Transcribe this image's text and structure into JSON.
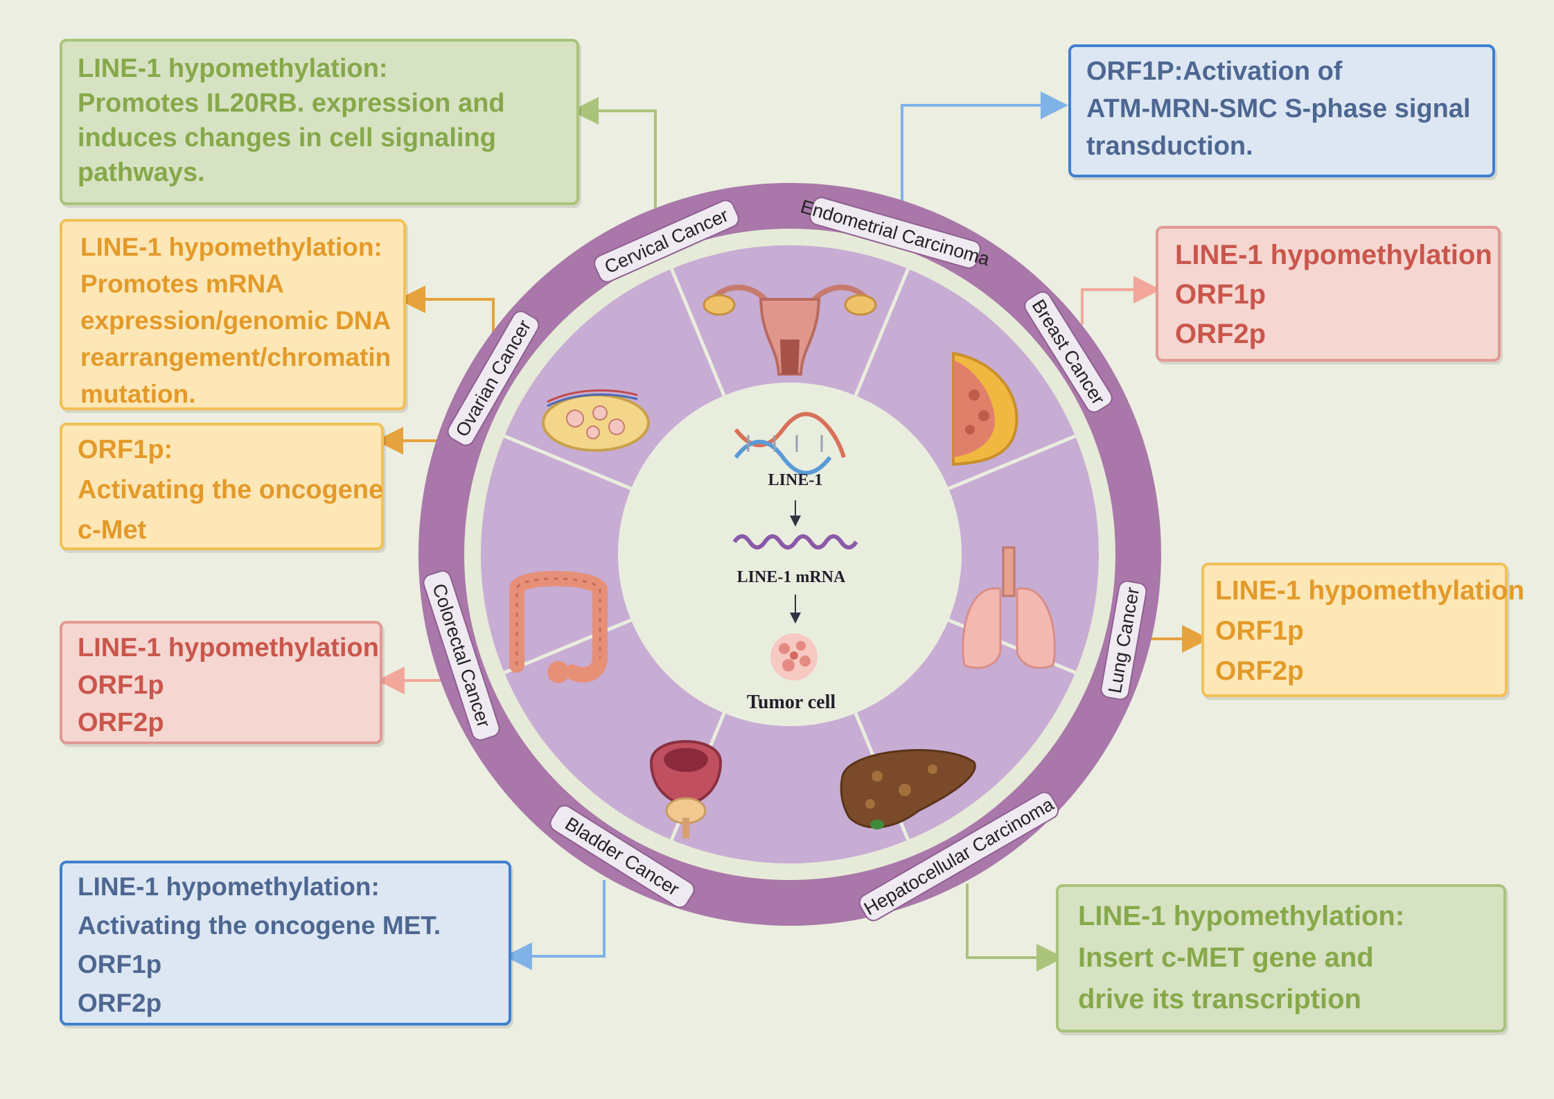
{
  "center": {
    "line1_label": "LINE-1",
    "mrna_label": "LINE-1 mRNA",
    "tumor_label": "Tumor cell"
  },
  "cancers": [
    {
      "id": "cervical",
      "label": "Cervical Cancer"
    },
    {
      "id": "endometrial",
      "label": "Endometrial Carcinoma"
    },
    {
      "id": "breast",
      "label": "Breast Cancer"
    },
    {
      "id": "lung",
      "label": "Lung Cancer"
    },
    {
      "id": "hepatocellular",
      "label": "Hepatocellular Carcinoma"
    },
    {
      "id": "bladder",
      "label": "Bladder Cancer"
    },
    {
      "id": "colorectal",
      "label": "Colorectal Cancer"
    },
    {
      "id": "ovarian",
      "label": "Ovarian Cancer"
    }
  ],
  "boxes": {
    "cervical": [
      "LINE-1 hypomethylation:",
      "Promotes IL20RB. expression and",
      "induces changes in cell signaling",
      "pathways."
    ],
    "ovarian_a": [
      "LINE-1 hypomethylation:",
      "Promotes mRNA",
      "expression/genomic DNA",
      "rearrangement/chromatin",
      "mutation."
    ],
    "ovarian_b": [
      "ORF1p:",
      "Activating the oncogene",
      "c-Met"
    ],
    "colorectal": [
      "LINE-1 hypomethylation",
      "ORF1p",
      "ORF2p"
    ],
    "bladder": [
      "LINE-1 hypomethylation:",
      "Activating the oncogene MET.",
      "ORF1p",
      "ORF2p"
    ],
    "endometrial": [
      "ORF1P:Activation of",
      "ATM-MRN-SMC S-phase signal",
      "transduction."
    ],
    "breast": [
      "LINE-1 hypomethylation",
      "ORF1p",
      "ORF2p"
    ],
    "lung": [
      "LINE-1 hypomethylation",
      "ORF1p",
      "ORF2p"
    ],
    "hepatocellular": [
      "LINE-1 hypomethylation:",
      "Insert c-MET gene and",
      "drive its transcription"
    ]
  },
  "colors": {
    "ring": "#a977a9",
    "segment": "#c7acd4",
    "center": "#e9edde",
    "green": "#86a84a",
    "orange": "#e39a2a",
    "pink": "#c9564c",
    "blue": "#4d6791"
  }
}
